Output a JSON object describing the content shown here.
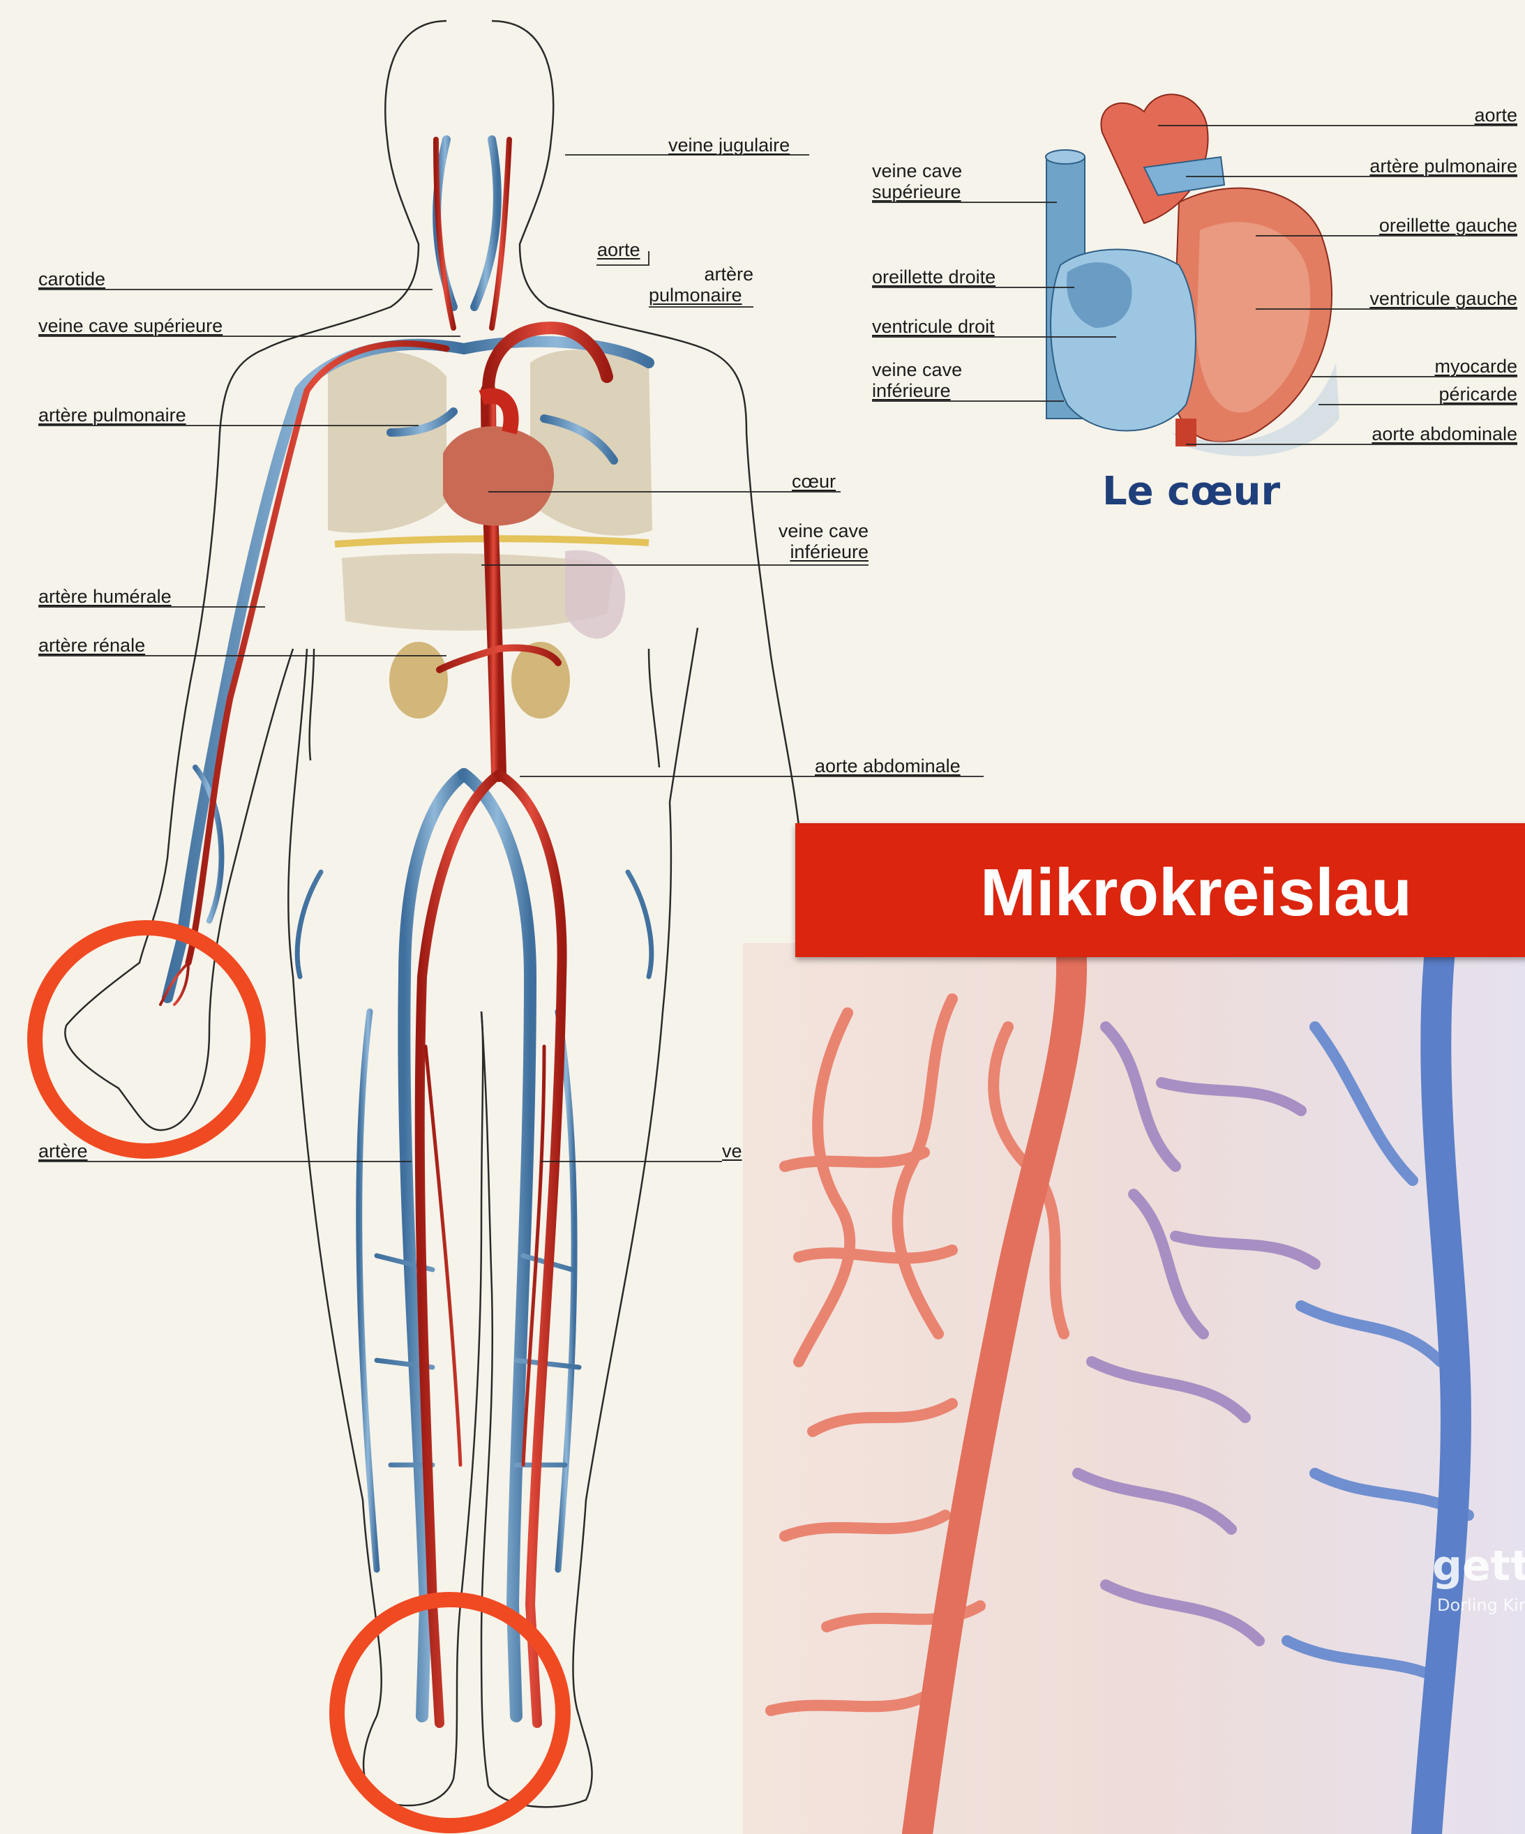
{
  "body_labels": {
    "veine_jugulaire": "veine jugulaire",
    "aorte": "aorte",
    "carotide": "carotide",
    "artere_pulmonaire_top": "artère",
    "artere_pulmonaire_bottom": "pulmonaire",
    "veine_cave_superieure": "veine cave supérieure",
    "artere_pulmonaire": "artère pulmonaire",
    "coeur": "cœur",
    "veine_cave_inferieure_top": "veine cave",
    "veine_cave_inferieure_bottom": "inférieure",
    "artere_humerale": "artère humérale",
    "artere_renale": "artère rénale",
    "aorte_abdominale": "aorte abdominale",
    "artere_partial": "artère",
    "veine_partial": "ve"
  },
  "heart_labels": {
    "veine_cave_sup_top": "veine cave",
    "veine_cave_sup_bottom": "supérieure",
    "oreillette_droite": "oreillette droite",
    "ventricule_droit": "ventricule droit",
    "veine_cave_inf_top": "veine cave",
    "veine_cave_inf_bottom": "inférieure",
    "aorte": "aorte",
    "artere_pulmonaire": "artère pulmonaire",
    "oreillette_gauche": "oreillette gauche",
    "ventricule_gauche": "ventricule gauche",
    "myocarde": "myocarde",
    "pericarde": "péricarde",
    "aorte_abdominale": "aorte abdominale"
  },
  "heart_title": "Le cœur",
  "banner_title": "Mikrokreislau",
  "watermark": {
    "brand": "getty",
    "credit": "Dorling Kin"
  },
  "colors": {
    "artery": "#c8281c",
    "vein": "#5f8fb8",
    "highlight_circle": "#f04a22",
    "banner": "#db250e"
  }
}
